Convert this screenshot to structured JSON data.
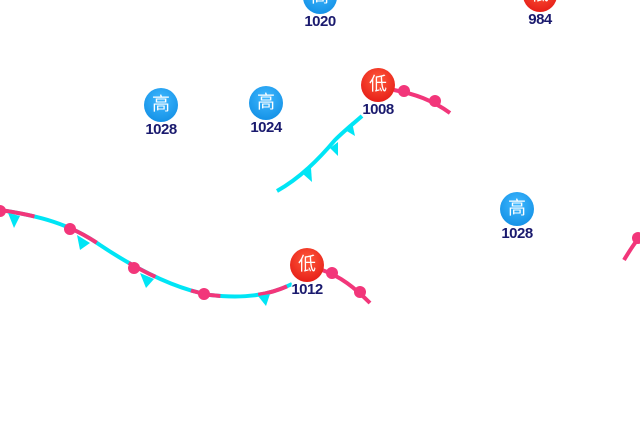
{
  "colors": {
    "cold_front": "#00e5f5",
    "warm_front": "#f2367a",
    "high": "#0a88e0",
    "low": "#e01010",
    "label": "#1a1a6e"
  },
  "systems": [
    {
      "type": "high",
      "symbol": "高",
      "pressure": "1020"
    },
    {
      "type": "low",
      "symbol": "低",
      "pressure": "984"
    },
    {
      "type": "high",
      "symbol": "高",
      "pressure": "1028"
    },
    {
      "type": "high",
      "symbol": "高",
      "pressure": "1024"
    },
    {
      "type": "low",
      "symbol": "低",
      "pressure": "1008"
    },
    {
      "type": "high",
      "symbol": "高",
      "pressure": "1028"
    },
    {
      "type": "low",
      "symbol": "低",
      "pressure": "1012"
    }
  ],
  "fronts": [
    {
      "type": "stationary"
    },
    {
      "type": "warm"
    },
    {
      "type": "cold"
    },
    {
      "type": "warm"
    },
    {
      "type": "warm"
    }
  ]
}
